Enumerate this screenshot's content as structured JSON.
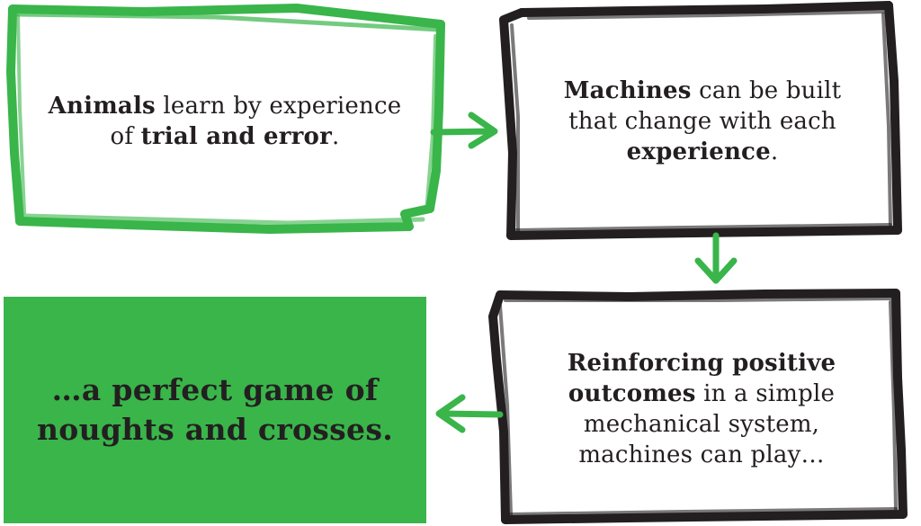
{
  "colors": {
    "green": "#39b54a",
    "black": "#231f20",
    "background": "#ffffff"
  },
  "boxes": {
    "animals": {
      "text_bold_1": "Animals",
      "text_1": " learn by experience of ",
      "text_bold_2": "trial and error",
      "text_2": ".",
      "border_color": "green"
    },
    "machines": {
      "text_bold_1": "Machines",
      "text_1": " can be built that change with each ",
      "text_bold_2": "experience",
      "text_2": ".",
      "border_color": "black"
    },
    "reinforcing": {
      "text_bold_1": "Reinforcing positive outcomes",
      "text_1": " in a simple mechanical system, machines can play…",
      "border_color": "black"
    },
    "perfect_game": {
      "text": "…a perfect game of noughts and crosses.",
      "fill_color": "green"
    }
  },
  "arrows": [
    {
      "from": "animals",
      "to": "machines",
      "direction": "right"
    },
    {
      "from": "machines",
      "to": "reinforcing",
      "direction": "down"
    },
    {
      "from": "reinforcing",
      "to": "perfect_game",
      "direction": "left"
    }
  ]
}
